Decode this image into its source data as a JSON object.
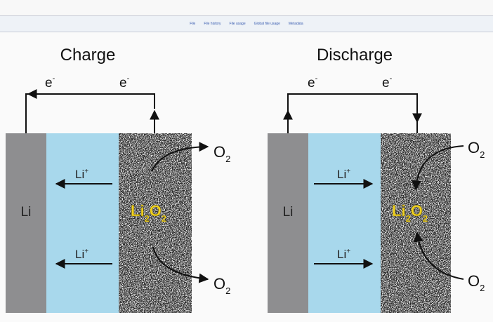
{
  "tabs": [
    {
      "label": "File"
    },
    {
      "label": "File history"
    },
    {
      "label": "File usage"
    },
    {
      "label": "Global file usage"
    },
    {
      "label": "Metadata"
    }
  ],
  "diagrams": [
    {
      "title": "Charge",
      "electron_left": "e",
      "electron_right": "e",
      "electron_sup": "-",
      "anode": "Li",
      "ion": "Li",
      "ion_sup": "+",
      "product_main": "Li",
      "product_sub1": "2",
      "product_mid": "O",
      "product_sub2": "2",
      "gas_top": "O",
      "gas_top_sub": "2",
      "gas_bottom": "O",
      "gas_bottom_sub": "2"
    },
    {
      "title": "Discharge",
      "electron_left": "e",
      "electron_right": "e",
      "electron_sup": "-",
      "anode": "Li",
      "ion": "Li",
      "ion_sup": "+",
      "product_main": "Li",
      "product_sub1": "2",
      "product_mid": "O",
      "product_sub2": "2",
      "gas_top": "O",
      "gas_top_sub": "2",
      "gas_bottom": "O",
      "gas_bottom_sub": "2"
    }
  ],
  "colors": {
    "anode": "#8e8e90",
    "electrolyte": "#a8d8ec",
    "cathode": "#2a2a2a",
    "product": "#f2d31f"
  }
}
